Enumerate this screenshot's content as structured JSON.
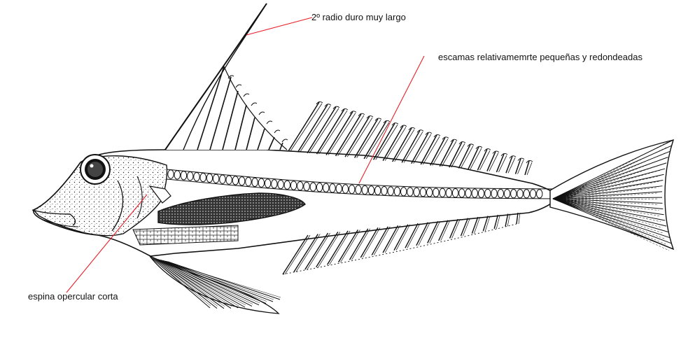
{
  "figure": {
    "type": "fish-anatomy-illustration",
    "subject": "fish",
    "annotations": [
      {
        "id": "dorsal-spine",
        "text": "2º radio duro muy largo"
      },
      {
        "id": "scales",
        "text": "escamas relativamemrte pequeñas y redondeadas"
      },
      {
        "id": "opercular-spine",
        "text": "espina opercular corta"
      }
    ]
  },
  "colors": {
    "background": "#ffffff",
    "ink": "#111111",
    "annotation_line": "#e8202a"
  }
}
